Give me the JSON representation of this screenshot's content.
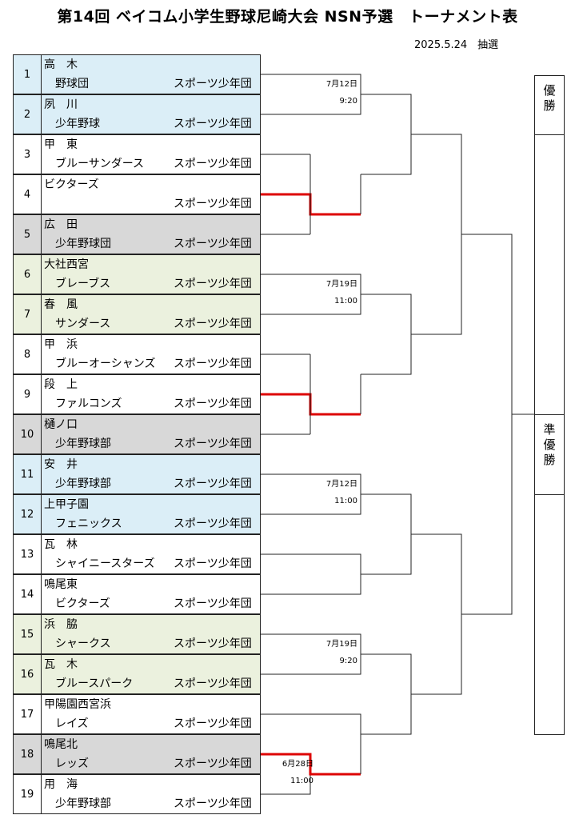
{
  "title": "第14回 ベイコム小学生野球尼崎大会 NSN予選　トーナメント表",
  "draw_date": "2025.5.24　抽選",
  "teams": [
    {
      "num": "1",
      "name1": "高　木",
      "name2": "野球団",
      "name3": "スポーツ少年団",
      "bg": "blue"
    },
    {
      "num": "2",
      "name1": "夙　川",
      "name2": "少年野球",
      "name3": "スポーツ少年団",
      "bg": "blue"
    },
    {
      "num": "3",
      "name1": "甲　東",
      "name2": "ブルーサンダース",
      "name3": "スポーツ少年団",
      "bg": "white"
    },
    {
      "num": "4",
      "name1": "ビクターズ",
      "name2": "",
      "name3": "スポーツ少年団",
      "bg": "white"
    },
    {
      "num": "5",
      "name1": "広　田",
      "name2": "少年野球団",
      "name3": "スポーツ少年団",
      "bg": "gray"
    },
    {
      "num": "6",
      "name1": "大社西宮",
      "name2": "ブレーブス",
      "name3": "スポーツ少年団",
      "bg": "green"
    },
    {
      "num": "7",
      "name1": "春　風",
      "name2": "サンダース",
      "name3": "スポーツ少年団",
      "bg": "green"
    },
    {
      "num": "8",
      "name1": "甲　浜",
      "name2": "ブルーオーシャンズ",
      "name3": "スポーツ少年団",
      "bg": "white"
    },
    {
      "num": "9",
      "name1": "段　上",
      "name2": "ファルコンズ",
      "name3": "スポーツ少年団",
      "bg": "white"
    },
    {
      "num": "10",
      "name1": "樋ノ口",
      "name2": "少年野球部",
      "name3": "スポーツ少年団",
      "bg": "gray"
    },
    {
      "num": "11",
      "name1": "安　井",
      "name2": "少年野球部",
      "name3": "スポーツ少年団",
      "bg": "blue"
    },
    {
      "num": "12",
      "name1": "上甲子園",
      "name2": "フェニックス",
      "name3": "スポーツ少年団",
      "bg": "blue"
    },
    {
      "num": "13",
      "name1": "瓦　林",
      "name2": "シャイニースターズ",
      "name3": "スポーツ少年団",
      "bg": "white"
    },
    {
      "num": "14",
      "name1": "鳴尾東",
      "name2": "ビクターズ",
      "name3": "スポーツ少年団",
      "bg": "white"
    },
    {
      "num": "15",
      "name1": "浜　脇",
      "name2": "シャークス",
      "name3": "スポーツ少年団",
      "bg": "green"
    },
    {
      "num": "16",
      "name1": "瓦　木",
      "name2": "ブルースパーク",
      "name3": "スポーツ少年団",
      "bg": "green"
    },
    {
      "num": "17",
      "name1": "甲陽園西宮浜",
      "name2": "レイズ",
      "name3": "スポーツ少年団",
      "bg": "white"
    },
    {
      "num": "18",
      "name1": "鳴尾北",
      "name2": "レッズ",
      "name3": "スポーツ少年団",
      "bg": "gray"
    },
    {
      "num": "19",
      "name1": "用　海",
      "name2": "少年野球部",
      "name3": "スポーツ少年団",
      "bg": "white"
    }
  ],
  "schedules": [
    {
      "date": "7月12日",
      "time": "9:20"
    },
    {
      "date": "7月19日",
      "time": "11:00"
    },
    {
      "date": "7月12日",
      "time": "11:00"
    },
    {
      "date": "7月19日",
      "time": "9:20"
    },
    {
      "date": "6月28日",
      "time": "11:00"
    }
  ],
  "ranks": {
    "champion": "優勝",
    "runner_up": "準優勝"
  },
  "colors": {
    "blue": "#dbeef7",
    "gray": "#d8d8d8",
    "green": "#ebf1de",
    "line": "#222222",
    "winner": "#dd0000"
  }
}
